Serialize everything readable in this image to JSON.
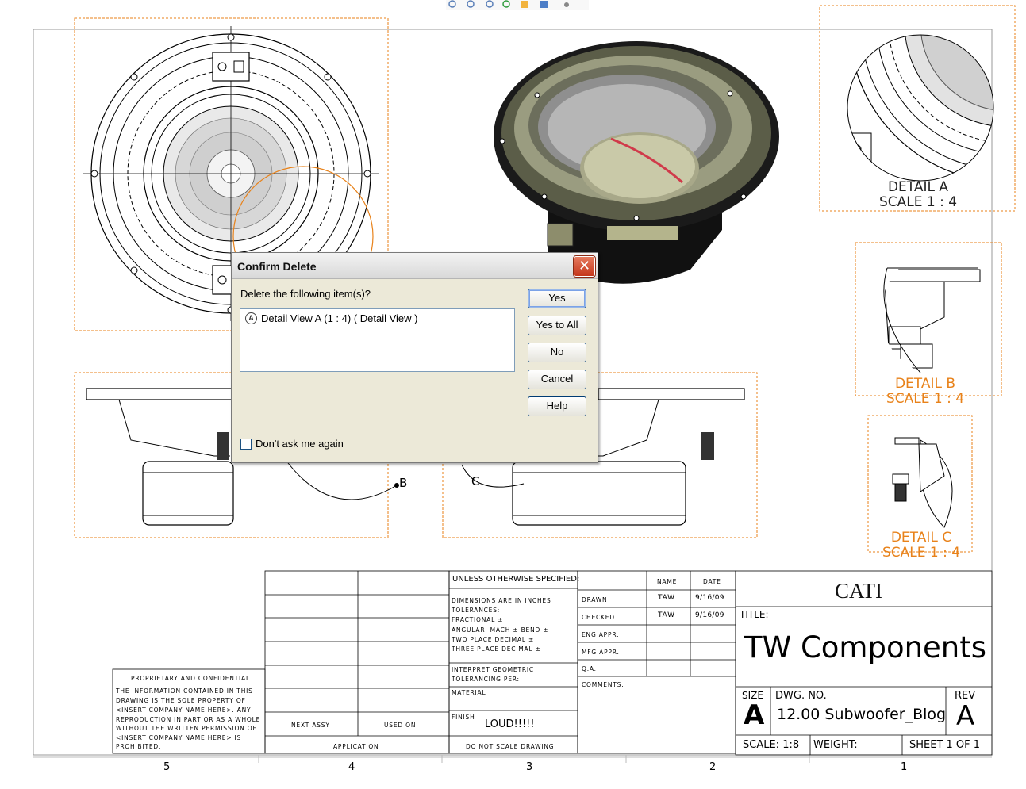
{
  "dialog": {
    "title": "Confirm Delete",
    "prompt": "Delete the following item(s)?",
    "items": [
      {
        "icon": "detail-view-icon",
        "label": "Detail View A (1 : 4) ( Detail View )"
      }
    ],
    "buttons": {
      "yes": "Yes",
      "yes_to_all": "Yes to All",
      "no": "No",
      "cancel": "Cancel",
      "help": "Help"
    },
    "checkbox_label": "Don't ask me again",
    "checkbox_checked": false
  },
  "views": {
    "detail_a": {
      "title": "DETAIL A",
      "scale": "SCALE 1 : 4"
    },
    "detail_b": {
      "title": "DETAIL B",
      "scale": "SCALE 1 : 4"
    },
    "detail_c": {
      "title": "DETAIL C",
      "scale": "SCALE 1 : 4"
    },
    "callout_b": "B",
    "callout_c": "C"
  },
  "title_block": {
    "company": "CATI",
    "title_label": "TITLE:",
    "title": "TW Components",
    "size_label": "SIZE",
    "size": "A",
    "dwg_no_label": "DWG. NO.",
    "dwg_no": "12.00 Subwoofer_Blog",
    "rev_label": "REV",
    "rev": "A",
    "scale": "SCALE: 1:8",
    "weight": "WEIGHT:",
    "sheet": "SHEET 1 OF 1",
    "headers": {
      "name": "NAME",
      "date": "DATE"
    },
    "drawn": {
      "label": "DRAWN",
      "name": "TAW",
      "date": "9/16/09"
    },
    "checked": {
      "label": "CHECKED",
      "name": "TAW",
      "date": "9/16/09"
    },
    "eng_appr": "ENG APPR.",
    "mfg_appr": "MFG APPR.",
    "qa": "Q.A.",
    "comments": "COMMENTS:",
    "unless": "UNLESS OTHERWISE SPECIFIED:",
    "tolerance_lines": [
      "DIMENSIONS ARE IN INCHES",
      "TOLERANCES:",
      "FRACTIONAL ±",
      "ANGULAR: MACH ±    BEND ±",
      "TWO PLACE DECIMAL    ±",
      "THREE PLACE DECIMAL  ±"
    ],
    "interpret": [
      "INTERPRET GEOMETRIC",
      "TOLERANCING PER:"
    ],
    "material": "MATERIAL",
    "finish": "FINISH",
    "finish_value": "LOUD!!!!!",
    "do_not_scale": "DO NOT SCALE DRAWING",
    "next_assy": "NEXT ASSY",
    "used_on": "USED ON",
    "application": "APPLICATION",
    "proprietary_title": "PROPRIETARY AND CONFIDENTIAL",
    "proprietary_lines": [
      "THE INFORMATION CONTAINED IN THIS",
      "DRAWING IS THE SOLE PROPERTY OF",
      "<INSERT COMPANY NAME HERE>. ANY",
      "REPRODUCTION IN PART OR AS A WHOLE",
      "WITHOUT THE WRITTEN PERMISSION OF",
      "<INSERT COMPANY NAME HERE> IS",
      "PROHIBITED."
    ]
  },
  "zones": [
    "5",
    "4",
    "3",
    "2",
    "1"
  ],
  "colors": {
    "accent_orange": "#e8821a",
    "dialog_bg": "#ece9d8",
    "close_red": "#d04a2c"
  }
}
